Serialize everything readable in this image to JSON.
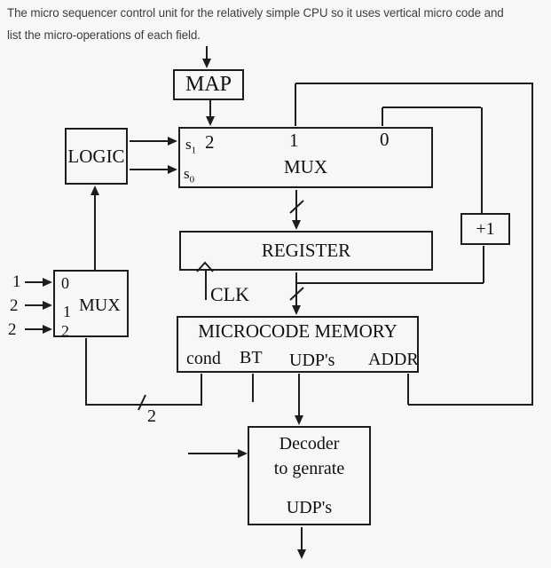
{
  "header": {
    "line1": "The micro sequencer control unit for the relatively simple CPU so it uses vertical micro code and",
    "line2": "list the micro-operations of each field."
  },
  "diagram": {
    "map": {
      "label": "MAP"
    },
    "logic": {
      "label": "LOGIC"
    },
    "mux_main": {
      "label": "MUX",
      "s_label": "s",
      "s1_sub": "1",
      "s0_sub": "0",
      "input_2": "2",
      "input_1": "1",
      "input_0": "0"
    },
    "register": {
      "label": "REGISTER"
    },
    "clk": {
      "label": "CLK"
    },
    "plus_one": {
      "label": "+1"
    },
    "memory": {
      "title": "MICROCODE MEMORY",
      "fields": [
        "cond",
        "BT",
        "UDP's",
        "ADDR"
      ]
    },
    "mux_small": {
      "label": "MUX",
      "inputs_inside": [
        "0",
        "1",
        "2"
      ],
      "inputs_outside": [
        "1",
        "2",
        "2"
      ]
    },
    "decoder": {
      "line1": "Decoder",
      "line2": "to genrate",
      "line3": "UDP's"
    },
    "bus_width_label": "2"
  }
}
